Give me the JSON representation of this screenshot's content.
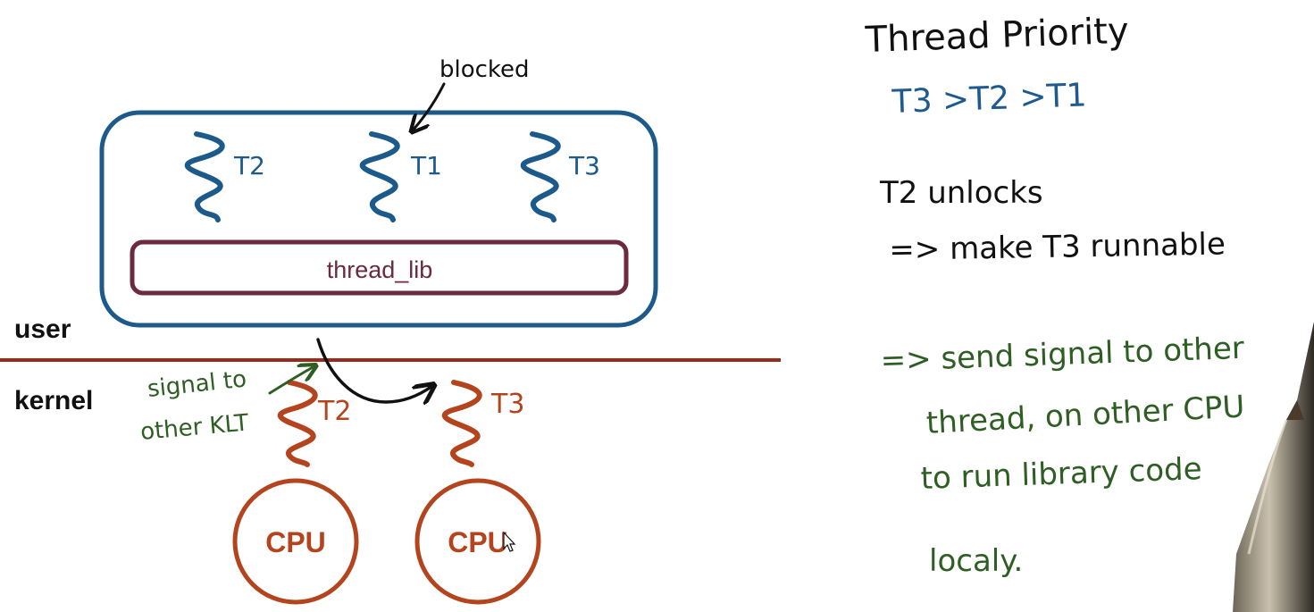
{
  "diagram": {
    "user_label": "user",
    "kernel_label": "kernel",
    "library_label": "thread_lib",
    "blocked_label": "blocked",
    "user_threads": [
      {
        "label": "T2"
      },
      {
        "label": "T1"
      },
      {
        "label": "T3"
      }
    ],
    "kernel_threads": [
      {
        "label": "T2"
      },
      {
        "label": "T3"
      }
    ],
    "cpus": [
      {
        "label": "CPU"
      },
      {
        "label": "CPU"
      }
    ],
    "signal_note": {
      "line1": "signal to",
      "line2": "other KLT"
    }
  },
  "notes": {
    "priority_title": "Thread Priority",
    "priority_order": "T3 >T2 >T1",
    "unlock_line": "T2 unlocks",
    "runnable_line": "=> make T3 runnable",
    "signal_lines": [
      "=> send signal to other",
      "thread, on other CPU",
      "to run library code",
      "localy."
    ]
  },
  "colors": {
    "user_box": "#1b5a8a",
    "library_box": "#6b2a3e",
    "boundary_line": "#9a2a1a",
    "kernel_elements": "#b4441e",
    "black_ink": "#111111",
    "blue_ink": "#1e5a8e",
    "green_ink": "#2f5e24"
  }
}
